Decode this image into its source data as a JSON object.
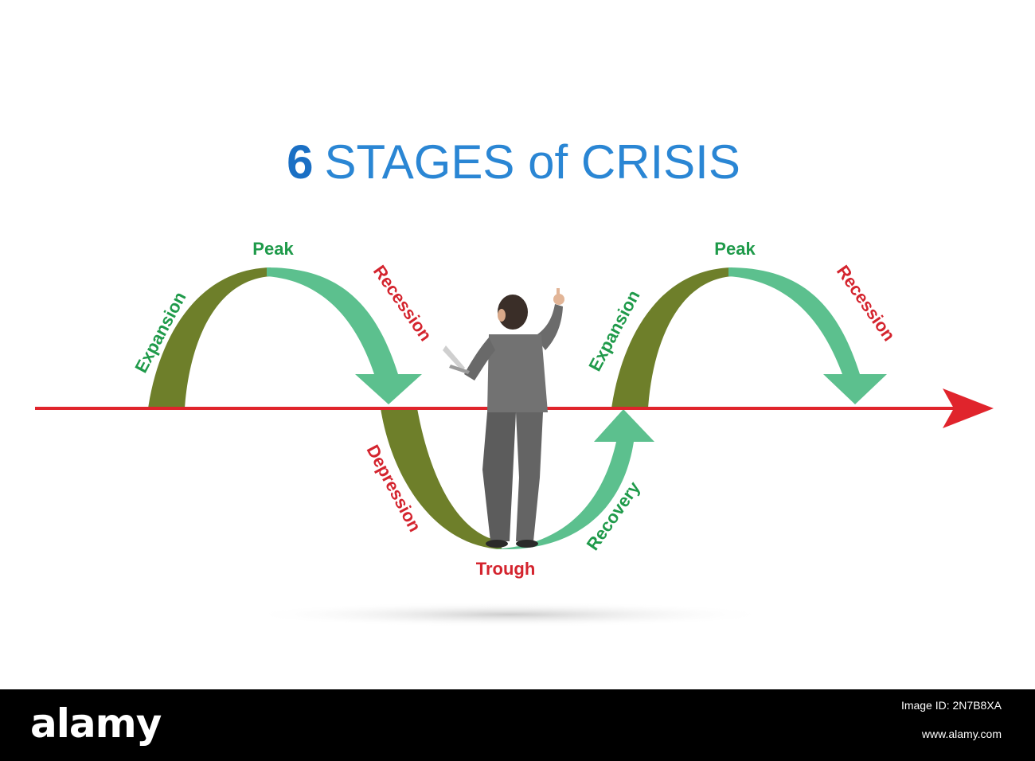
{
  "title": {
    "number": "6",
    "text": "STAGES of CRISIS",
    "number_color": "#1a6fc4",
    "text_color": "#2a86d4"
  },
  "colors": {
    "axis": "#e0242c",
    "olive_arrow": "#6e7f2a",
    "light_arrow": "#5cc08e",
    "label_green": "#1f9a4a",
    "label_red": "#d4242e"
  },
  "stages": {
    "expansion_1": "Expansion",
    "peak_1": "Peak",
    "recession_1": "Recession",
    "depression": "Depression",
    "trough": "Trough",
    "recovery": "Recovery",
    "expansion_2": "Expansion",
    "peak_2": "Peak",
    "recession_2": "Recession"
  },
  "figure": {
    "icon": "businessman-with-laptop-icon"
  },
  "footer": {
    "logo": "alamy",
    "image_id": "Image ID: 2N7B8XA",
    "url": "www.alamy.com"
  }
}
